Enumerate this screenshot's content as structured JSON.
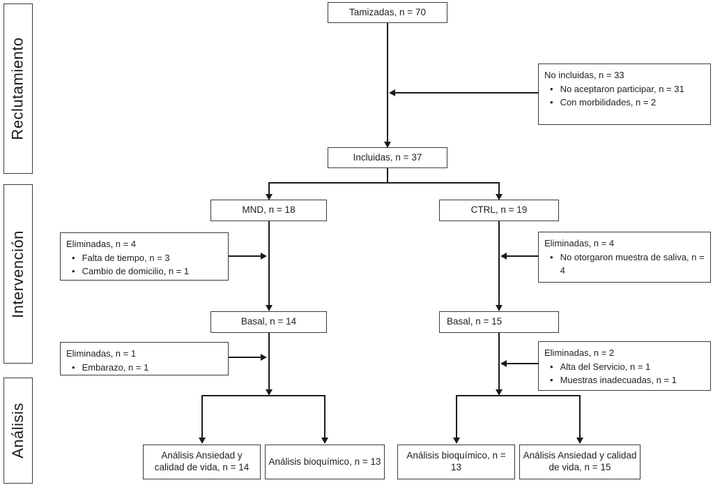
{
  "stages": {
    "recruitment": "Reclutamiento",
    "intervention": "Intervención",
    "analysis": "Análisis"
  },
  "nodes": {
    "tamizadas": {
      "label": "Tamizadas, n = 70"
    },
    "no_incluidas": {
      "title": "No incluidas, n = 33",
      "bullets": [
        "No aceptaron participar, n = 31",
        "Con morbilidades, n = 2"
      ]
    },
    "incluidas": {
      "label": "Incluidas, n = 37"
    },
    "mnd": {
      "label": "MND, n = 18"
    },
    "ctrl": {
      "label": "CTRL, n = 19"
    },
    "eliminadas_mnd_1": {
      "title": "Eliminadas, n = 4",
      "bullets": [
        "Falta de tiempo, n = 3",
        "Cambio de domicilio, n = 1"
      ]
    },
    "eliminadas_ctrl_1": {
      "title": "Eliminadas, n = 4",
      "bullets": [
        "No otorgaron muestra de saliva, n = 4"
      ]
    },
    "basal_mnd": {
      "label": "Basal, n = 14"
    },
    "basal_ctrl": {
      "label": "Basal, n = 15"
    },
    "eliminadas_mnd_2": {
      "title": "Eliminadas, n = 1",
      "bullets": [
        "Embarazo, n = 1"
      ]
    },
    "eliminadas_ctrl_2": {
      "title": "Eliminadas, n = 2",
      "bullets": [
        "Alta del Servicio, n = 1",
        "Muestras inadecuadas, n = 1"
      ]
    },
    "analisis_ansiedad_mnd": {
      "label": "Análisis Ansiedad y calidad de vida, n = 14"
    },
    "analisis_bioquimico_mnd": {
      "label": "Análisis bioquímico, n = 13"
    },
    "analisis_bioquimico_ctrl": {
      "label": "Análisis bioquímico, n = 13"
    },
    "analisis_ansiedad_ctrl": {
      "label": "Análisis Ansiedad y calidad de vida, n = 15"
    }
  },
  "colors": {
    "box_border": "#3a3a3a",
    "line": "#1a1a1a",
    "text": "#1f1f1f",
    "background": "#ffffff"
  }
}
